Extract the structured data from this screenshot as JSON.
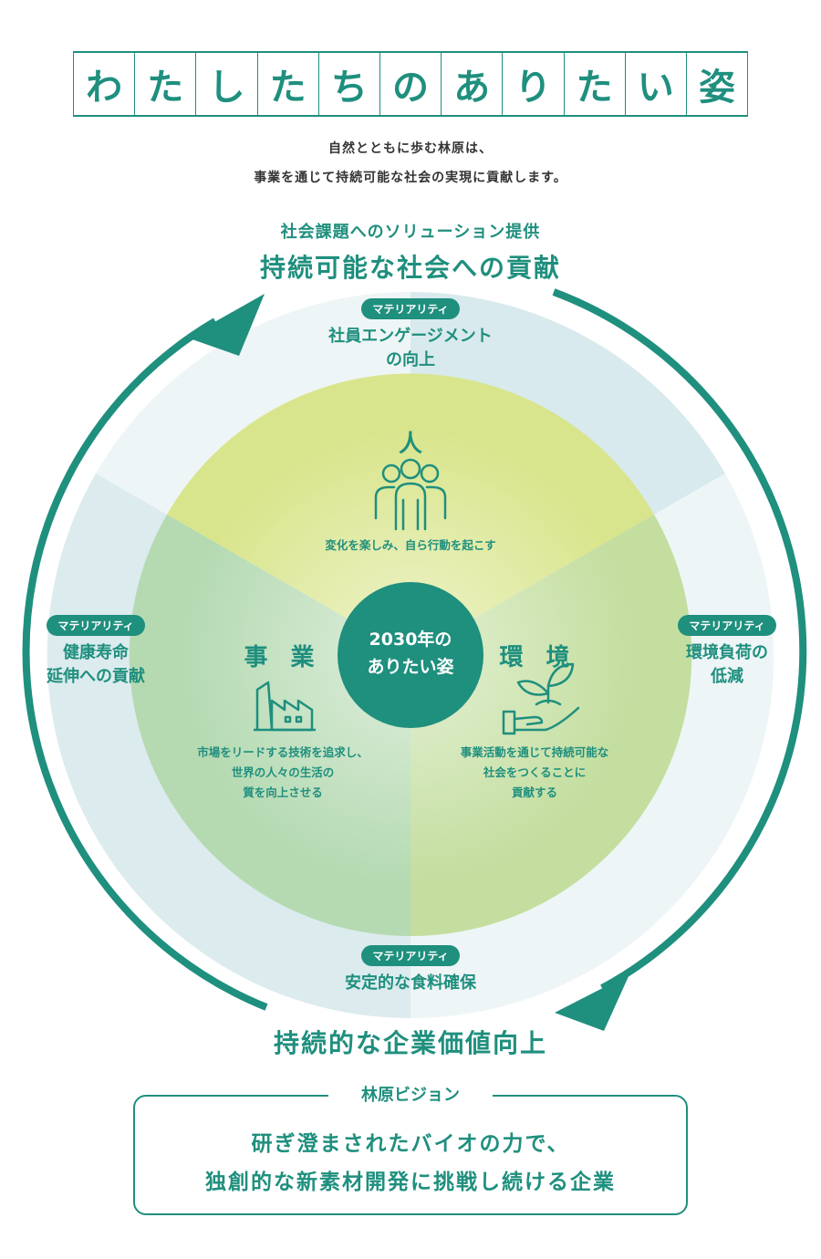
{
  "title": {
    "chars": [
      "わ",
      "た",
      "し",
      "た",
      "ち",
      "の",
      "あ",
      "り",
      "た",
      "い",
      "姿"
    ]
  },
  "intro": {
    "line1": "自然とともに歩む林原は、",
    "line2": "事業を通じて持続可能な社会の実現に貢献します。"
  },
  "top": {
    "subtitle": "社会課題へのソリューション提供",
    "heading": "持続可能な社会への貢献"
  },
  "bottom": {
    "heading": "持続的な企業価値向上"
  },
  "materiality": {
    "pill": "マテリアリティ",
    "top": {
      "line1": "社員エンゲージメント",
      "line2": "の向上"
    },
    "left": {
      "line1": "健康寿命",
      "line2": "延伸への貢献"
    },
    "right": {
      "line1": "環境負荷の",
      "line2": "低減"
    },
    "bottom": {
      "line1": "安定的な食料確保"
    }
  },
  "sectors": {
    "people": {
      "title": "人",
      "desc": "変化を楽しみ、自ら行動を起こす",
      "icon": "people-group-icon"
    },
    "business": {
      "title": "事 業",
      "desc1": "市場をリードする技術を追求し、",
      "desc2": "世界の人々の生活の",
      "desc3": "質を向上させる",
      "icon": "factory-icon"
    },
    "environment": {
      "title": "環 境",
      "desc1": "事業活動を通じて持続可能な",
      "desc2": "社会をつくることに",
      "desc3": "貢献する",
      "icon": "plant-in-hand-icon"
    }
  },
  "center": {
    "line1": "2030年の",
    "line2": "ありたい姿"
  },
  "vision": {
    "label": "林原ビジョン",
    "line1": "研ぎ澄まされたバイオの力で、",
    "line2": "独創的な新素材開発に挑戦し続ける企業"
  },
  "colors": {
    "teal": "#1f8f7e",
    "people": "#d8e58a",
    "business": "#b9dcb0",
    "environment": "#c6df9f",
    "outer_light": "#dcecef"
  }
}
